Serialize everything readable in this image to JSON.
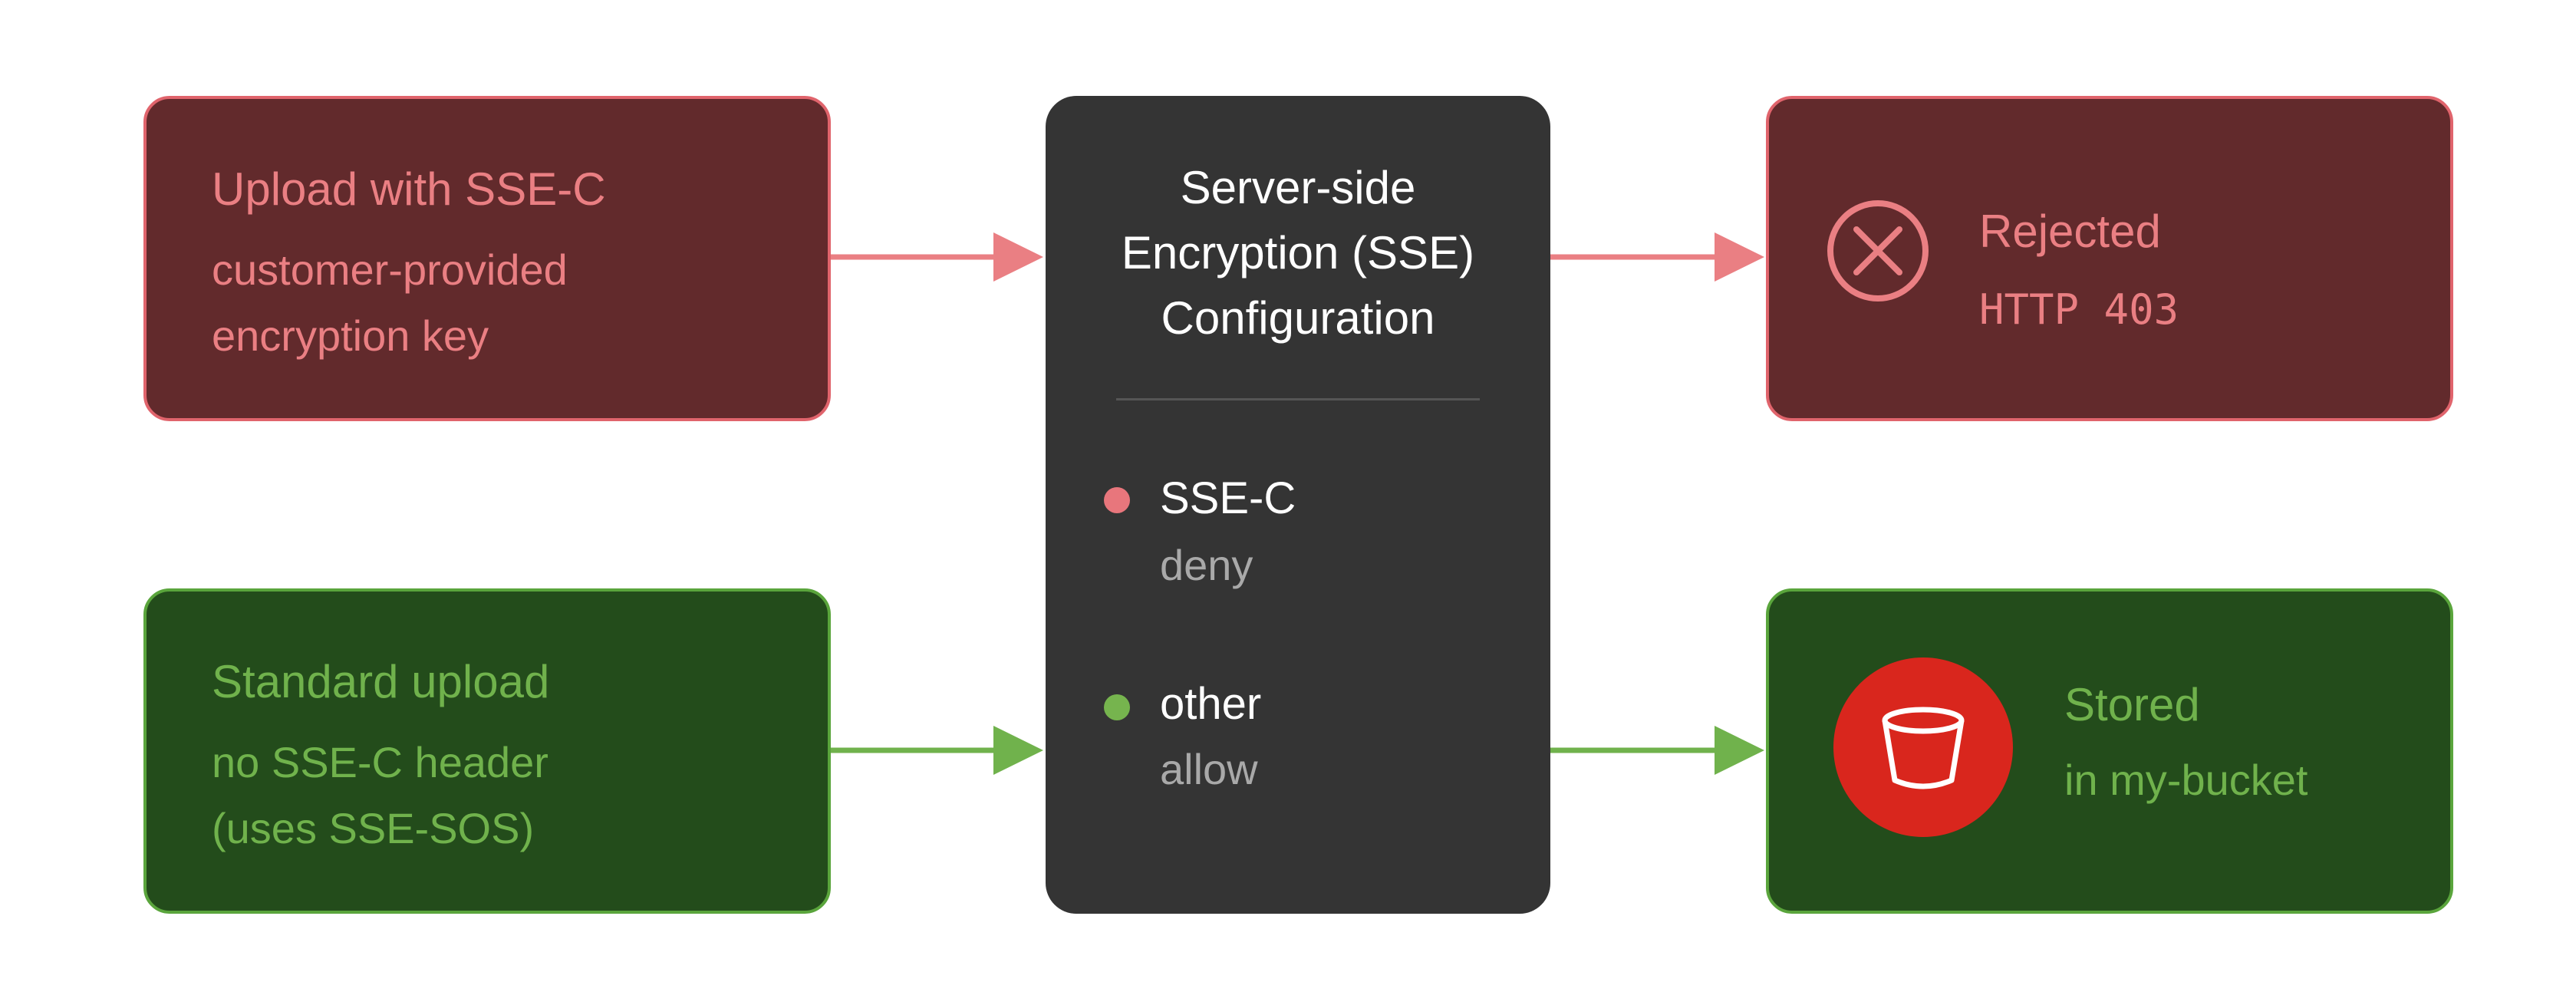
{
  "left": {
    "sse_c": {
      "title": "Upload with SSE-C",
      "lines": [
        "customer-provided",
        "encryption key"
      ]
    },
    "standard": {
      "title": "Standard upload",
      "lines": [
        "no SSE-C header",
        "(uses SSE-SOS)"
      ]
    }
  },
  "center": {
    "title_lines": [
      "Server-side",
      "Encryption (SSE)",
      "Configuration"
    ],
    "rules": [
      {
        "name": "SSE-C",
        "action": "deny",
        "color": "#e8767c"
      },
      {
        "name": "other",
        "action": "allow",
        "color": "#76b44e"
      }
    ]
  },
  "right": {
    "rejected": {
      "title": "Rejected",
      "code": "HTTP 403",
      "icon": "x-circle-icon"
    },
    "stored": {
      "title": "Stored",
      "subtitle": "in my-bucket",
      "icon": "bucket-icon"
    }
  },
  "colors": {
    "red_fill": "#622a2c",
    "red_border": "#e0646c",
    "red_text": "#ea7f83",
    "green_fill": "#234c1b",
    "green_border": "#5aa53c",
    "green_text": "#70b24c",
    "center_fill": "#343434",
    "bucket_badge": "#d9261d"
  }
}
